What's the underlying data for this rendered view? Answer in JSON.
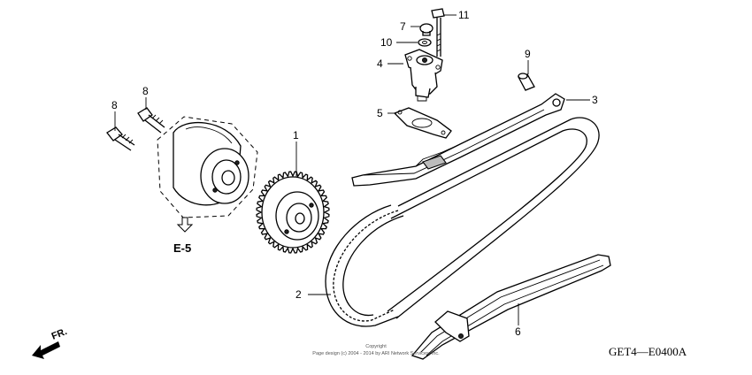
{
  "callouts": {
    "c1": "1",
    "c2": "2",
    "c3": "3",
    "c4": "4",
    "c5": "5",
    "c6": "6",
    "c7": "7",
    "c8a": "8",
    "c8b": "8",
    "c9": "9",
    "c10": "10",
    "c11": "11"
  },
  "reference": "E-5",
  "direction": "FR.",
  "diagram_code": "GET4—E0400A",
  "copyright": {
    "line1": "Copyright",
    "line2": "Page design (c) 2004 - 2014 by ARI Network Services, Inc."
  }
}
